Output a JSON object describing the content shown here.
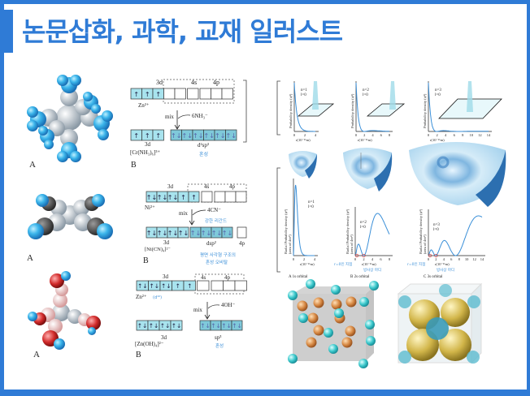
{
  "title": "논문삽화, 과학, 교재 일러스트",
  "colors": {
    "accent": "#2f7bd6",
    "box_fill": "#a8e3ee",
    "hybrid_fill": "#7fc9da",
    "annotation": "#3b8fd8"
  },
  "molecules": {
    "label": "A"
  },
  "diagram1": {
    "label_3d": "3d",
    "label_4s": "4s",
    "label_4p": "4p",
    "ion": "Zn²⁺",
    "mix": "mix",
    "ligand": "6NH₃⁻",
    "bottom_3d": "3d",
    "complex": "[Cr(NH₃)₆]³⁺",
    "hybrid": "d²sp³",
    "hybrid_note": "혼성",
    "panel": "B",
    "top_boxes": [
      "↑",
      "↑",
      "↑",
      "",
      "",
      "",
      "",
      "",
      ""
    ],
    "bottom_left": [
      "↑",
      "↑",
      "↑"
    ],
    "bottom_hybrid": [
      "↑↓",
      "↑↓",
      "↑↓",
      "↑↓",
      "↑↓",
      "↑↓"
    ]
  },
  "diagram2": {
    "label_3d": "3d",
    "label_4s": "4s",
    "label_4p": "4p",
    "ion": "Ni²⁺",
    "mix": "mix",
    "ligand": "4CN⁻",
    "ligand_note": "강한 리간드",
    "bottom_3d": "3d",
    "complex": "[Ni(CN)₄]²⁻",
    "hybrid": "dsp²",
    "bottom_4p": "4p",
    "panel": "B",
    "note_line1": "평면 사각형 구조의",
    "note_line2": "혼성 오비탈",
    "top_boxes": [
      "↑↓",
      "↑↓",
      "↑↓",
      "↑",
      "↑",
      "",
      "",
      "",
      ""
    ],
    "bottom_left": [
      "↑↓",
      "↑↓",
      "↑↓",
      "↑↓"
    ],
    "bottom_hybrid": [
      "↑↓",
      "↑↓",
      "↑↓",
      "↑↓"
    ],
    "bottom_empty": [
      ""
    ]
  },
  "diagram3": {
    "label_3d": "3d",
    "label_4s": "4s",
    "label_4p": "4p",
    "ion": "Zn²⁺",
    "ion_note": "(d¹⁰)",
    "mix": "mix",
    "ligand": "4OH⁻",
    "bottom_3d": "3d",
    "complex": "[Zn(OH)₄]²⁻",
    "hybrid": "sp³",
    "hybrid_note": "혼성",
    "panel": "B",
    "top_boxes": [
      "↑↓",
      "↑↓",
      "↑↓",
      "↑",
      "↑",
      "",
      "",
      "",
      ""
    ],
    "bottom_left": [
      "↑↓",
      "↑↓",
      "↑↓",
      "↑↓"
    ],
    "bottom_hybrid": [
      "↑↓",
      "↑↓",
      "↑↓",
      "↑↓"
    ]
  },
  "prob_charts": {
    "ylabel": "Probability density (ψ²)",
    "xlabel": "r(10⁻¹¹m)",
    "charts": [
      {
        "state": "n=1",
        "l": "l=0",
        "ticks": [
          "0",
          "2",
          "4"
        ]
      },
      {
        "state": "n=2",
        "l": "l=0",
        "ticks": [
          "0",
          "2",
          "4",
          "6",
          "8"
        ]
      },
      {
        "state": "n=3",
        "l": "l=0",
        "ticks": [
          "0",
          "2",
          "4",
          "6",
          "8",
          "10",
          "12",
          "14"
        ]
      }
    ]
  },
  "radial_charts": {
    "ylabel": "Radial Probability density (ψ²)",
    "ylabel2": "(area of 4πr²)",
    "xlabel": "r(10⁻¹¹m)",
    "node_origin": "r=0인 지점",
    "node_radial": "방사상 마디",
    "charts": [
      {
        "state": "n=1",
        "l": "l=0",
        "caption": "A  1s orbital",
        "ticks": [
          "0",
          "2",
          "4"
        ]
      },
      {
        "state": "n=2",
        "l": "l=0",
        "caption": "B  2s orbital",
        "ticks": [
          "0",
          "2",
          "4",
          "6",
          "8"
        ]
      },
      {
        "state": "n=3",
        "l": "l=0",
        "caption": "C  3s orbital",
        "ticks": [
          "0",
          "2",
          "4",
          "6",
          "8",
          "10",
          "12",
          "14"
        ]
      }
    ]
  }
}
